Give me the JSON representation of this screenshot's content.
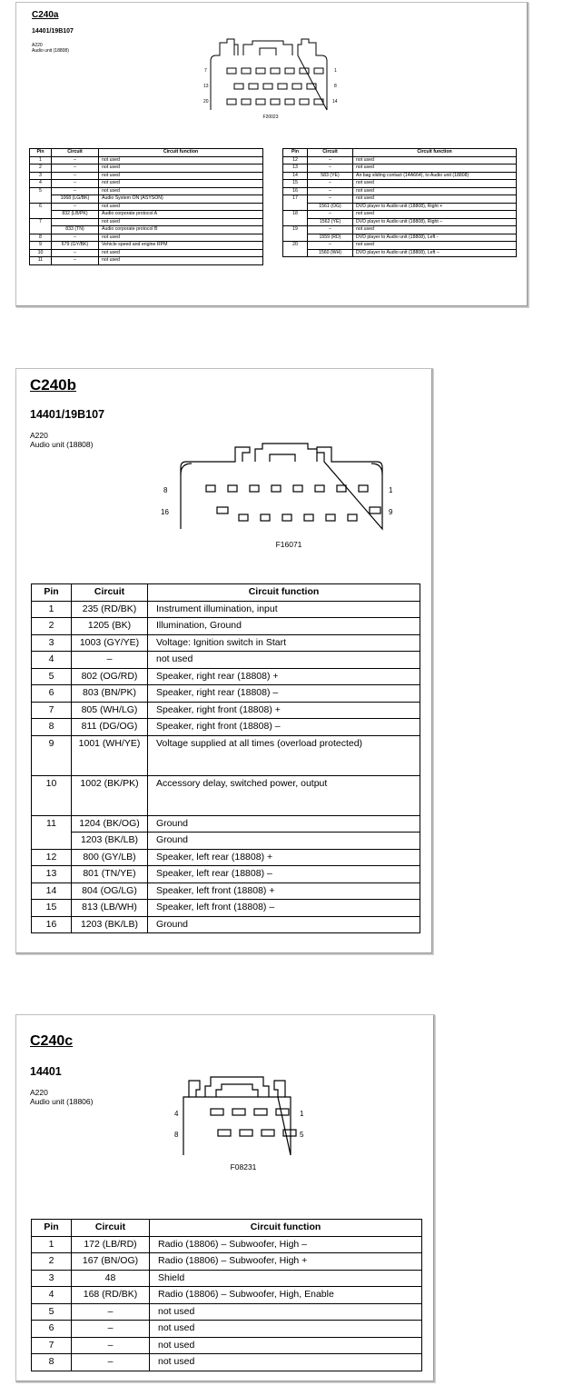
{
  "connectors": [
    {
      "id": "a",
      "title": "C240a",
      "part_number": "14401/19B107",
      "location_code": "A220",
      "description": "Audio unit (18808)",
      "diagram_code": "F20023",
      "pin_labels": [
        "7",
        "1",
        "13",
        "8",
        "20",
        "14"
      ],
      "headers": [
        "Pin",
        "Circuit",
        "Circuit function"
      ],
      "rows_left": [
        {
          "pin": "1",
          "circuit": "–",
          "func": "not used"
        },
        {
          "pin": "2",
          "circuit": "–",
          "func": "not used"
        },
        {
          "pin": "3",
          "circuit": "–",
          "func": "not used"
        },
        {
          "pin": "4",
          "circuit": "–",
          "func": "not used"
        },
        {
          "pin": "5",
          "circuit": "–",
          "func": "not used"
        },
        {
          "pin": "",
          "circuit": "1068 (LG/BK)",
          "func": "Audio System ON (ASYSON)"
        },
        {
          "pin": "6",
          "circuit": "–",
          "func": "not used"
        },
        {
          "pin": "",
          "circuit": "832 (LB/PK)",
          "func": "Audio corporate protocol A"
        },
        {
          "pin": "7",
          "circuit": "",
          "func": "not used"
        },
        {
          "pin": "",
          "circuit": "833 (TN)",
          "func": "Audio corporate protocol B"
        },
        {
          "pin": "8",
          "circuit": "–",
          "func": "not used"
        },
        {
          "pin": "9",
          "circuit": "679 (GY/BK)",
          "func": "Vehicle speed and engine RPM"
        },
        {
          "pin": "10",
          "circuit": "–",
          "func": "not used"
        },
        {
          "pin": "11",
          "circuit": "–",
          "func": "not used"
        }
      ],
      "rows_right": [
        {
          "pin": "12",
          "circuit": "–",
          "func": "not used"
        },
        {
          "pin": "13",
          "circuit": "–",
          "func": "not used"
        },
        {
          "pin": "14",
          "circuit": "583 (YE)",
          "func": "Air bag sliding contact (14A664), to Audio unit (18808)"
        },
        {
          "pin": "15",
          "circuit": "–",
          "func": "not used"
        },
        {
          "pin": "16",
          "circuit": "–",
          "func": "not used"
        },
        {
          "pin": "17",
          "circuit": "–",
          "func": "not used"
        },
        {
          "pin": "",
          "circuit": "1561 (OG)",
          "func": "DVD player to Audio unit (18808), Right +"
        },
        {
          "pin": "18",
          "circuit": "–",
          "func": "not used"
        },
        {
          "pin": "",
          "circuit": "1562 (YE)",
          "func": "DVD player to Audio unit (18808), Right –"
        },
        {
          "pin": "19",
          "circuit": "–",
          "func": "not used"
        },
        {
          "pin": "",
          "circuit": "1559 (RD)",
          "func": "DVD player to Audio unit (18808), Left -"
        },
        {
          "pin": "20",
          "circuit": "–",
          "func": "not used"
        },
        {
          "pin": "",
          "circuit": "1560 (WH)",
          "func": "DVD player to Audio unit (18808), Left –"
        }
      ]
    },
    {
      "id": "b",
      "title": "C240b",
      "part_number": "14401/19B107",
      "location_code": "A220",
      "description": "Audio unit (18808)",
      "diagram_code": "F16071",
      "pin_labels": [
        "8",
        "1",
        "16",
        "9"
      ],
      "headers": [
        "Pin",
        "Circuit",
        "Circuit function"
      ],
      "rows": [
        {
          "pin": "1",
          "circuit": "235 (RD/BK)",
          "func": "Instrument illumination, input"
        },
        {
          "pin": "2",
          "circuit": "1205 (BK)",
          "func": "Illumination, Ground"
        },
        {
          "pin": "3",
          "circuit": "1003 (GY/YE)",
          "func": "Voltage: Ignition switch in Start"
        },
        {
          "pin": "4",
          "circuit": "–",
          "func": "not used"
        },
        {
          "pin": "5",
          "circuit": "802 (OG/RD)",
          "func": "Speaker, right rear (18808)  +"
        },
        {
          "pin": "6",
          "circuit": "803 (BN/PK)",
          "func": "Speaker, right rear (18808) –"
        },
        {
          "pin": "7",
          "circuit": "805 (WH/LG)",
          "func": "Speaker, right front (18808) +"
        },
        {
          "pin": "8",
          "circuit": "811 (DG/OG)",
          "func": "Speaker, right front (18808) –"
        },
        {
          "pin": "9",
          "circuit": "1001 (WH/YE)",
          "func": "Voltage supplied at all times (overload protected)"
        },
        {
          "pin": "10",
          "circuit": "1002 (BK/PK)",
          "func": "Accessory delay, switched power, output"
        },
        {
          "pin": "11",
          "circuit": "1204 (BK/OG)",
          "func": "Ground"
        },
        {
          "pin": "",
          "circuit": "1203 (BK/LB)",
          "func": "Ground"
        },
        {
          "pin": "12",
          "circuit": "800 (GY/LB)",
          "func": "Speaker, left rear (18808) +"
        },
        {
          "pin": "13",
          "circuit": "801 (TN/YE)",
          "func": "Speaker, left rear (18808) –"
        },
        {
          "pin": "14",
          "circuit": "804 (OG/LG)",
          "func": "Speaker, left front (18808) +"
        },
        {
          "pin": "15",
          "circuit": "813 (LB/WH)",
          "func": "Speaker, left front (18808) –"
        },
        {
          "pin": "16",
          "circuit": "1203 (BK/LB)",
          "func": "Ground"
        }
      ]
    },
    {
      "id": "c",
      "title": "C240c",
      "part_number": "14401",
      "location_code": "A220",
      "description": "Audio unit (18806)",
      "diagram_code": "F08231",
      "pin_labels": [
        "4",
        "1",
        "8",
        "5"
      ],
      "headers": [
        "Pin",
        "Circuit",
        "Circuit function"
      ],
      "rows": [
        {
          "pin": "1",
          "circuit": "172 (LB/RD)",
          "func": "Radio (18806) – Subwoofer, High –"
        },
        {
          "pin": "2",
          "circuit": "167 (BN/OG)",
          "func": "Radio (18806) – Subwoofer, High +"
        },
        {
          "pin": "3",
          "circuit": "48",
          "func": "Shield"
        },
        {
          "pin": "4",
          "circuit": "168 (RD/BK)",
          "func": "Radio (18806) – Subwoofer, High, Enable"
        },
        {
          "pin": "5",
          "circuit": "–",
          "func": "not used"
        },
        {
          "pin": "6",
          "circuit": "–",
          "func": "not used"
        },
        {
          "pin": "7",
          "circuit": "–",
          "func": "not used"
        },
        {
          "pin": "8",
          "circuit": "–",
          "func": "not used"
        }
      ]
    }
  ]
}
